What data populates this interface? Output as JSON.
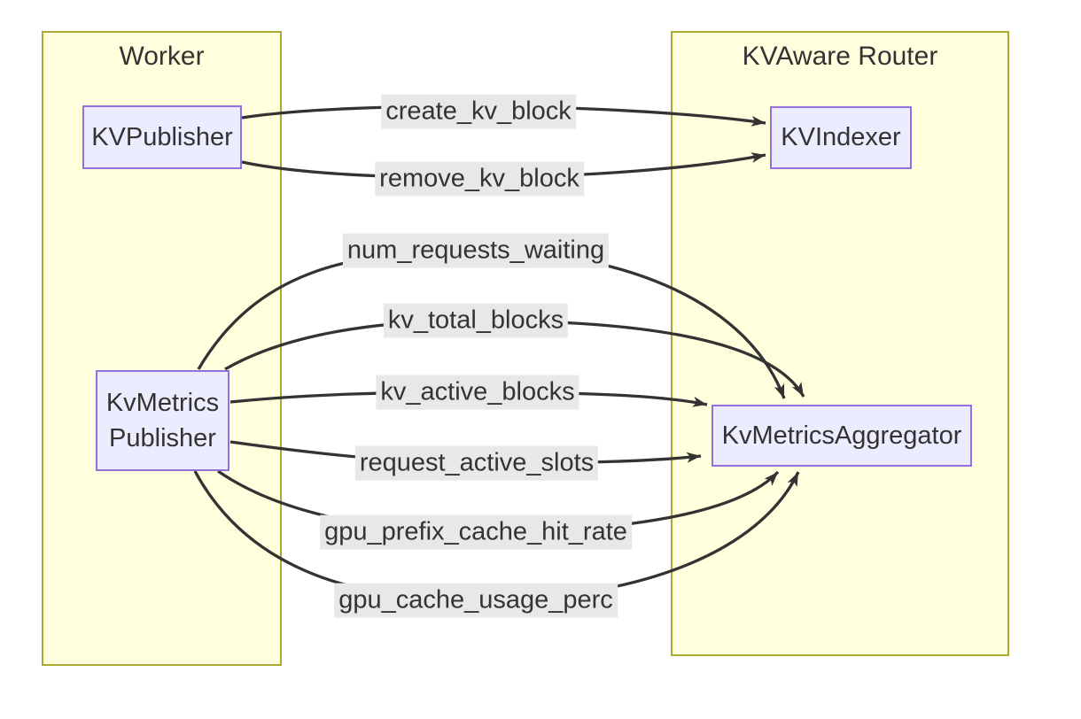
{
  "diagram": {
    "clusters": [
      {
        "id": "worker",
        "title": "Worker"
      },
      {
        "id": "router",
        "title": "KVAware Router"
      }
    ],
    "nodes": [
      {
        "id": "kv_publisher",
        "label": "KVPublisher",
        "cluster": "worker"
      },
      {
        "id": "kv_metrics_publisher",
        "label": "KvMetrics Publisher",
        "lines": [
          "KvMetrics",
          "Publisher"
        ],
        "cluster": "worker"
      },
      {
        "id": "kv_indexer",
        "label": "KVIndexer",
        "cluster": "router"
      },
      {
        "id": "kv_metrics_aggregator",
        "label": "KvMetricsAggregator",
        "cluster": "router"
      }
    ],
    "edges": [
      {
        "from": "kv_publisher",
        "to": "kv_indexer",
        "label": "create_kv_block"
      },
      {
        "from": "kv_publisher",
        "to": "kv_indexer",
        "label": "remove_kv_block"
      },
      {
        "from": "kv_metrics_publisher",
        "to": "kv_metrics_aggregator",
        "label": "num_requests_waiting"
      },
      {
        "from": "kv_metrics_publisher",
        "to": "kv_metrics_aggregator",
        "label": "kv_total_blocks"
      },
      {
        "from": "kv_metrics_publisher",
        "to": "kv_metrics_aggregator",
        "label": "kv_active_blocks"
      },
      {
        "from": "kv_metrics_publisher",
        "to": "kv_metrics_aggregator",
        "label": "request_active_slots"
      },
      {
        "from": "kv_metrics_publisher",
        "to": "kv_metrics_aggregator",
        "label": "gpu_prefix_cache_hit_rate"
      },
      {
        "from": "kv_metrics_publisher",
        "to": "kv_metrics_aggregator",
        "label": "gpu_cache_usage_perc"
      }
    ],
    "colors": {
      "cluster_fill": "#ffffde",
      "cluster_border": "#aaaa33",
      "node_fill": "#ececff",
      "node_border": "#9370db",
      "edge": "#333333",
      "edge_label_bg": "#e8e8e8",
      "text": "#333333",
      "background": "#ffffff"
    }
  }
}
